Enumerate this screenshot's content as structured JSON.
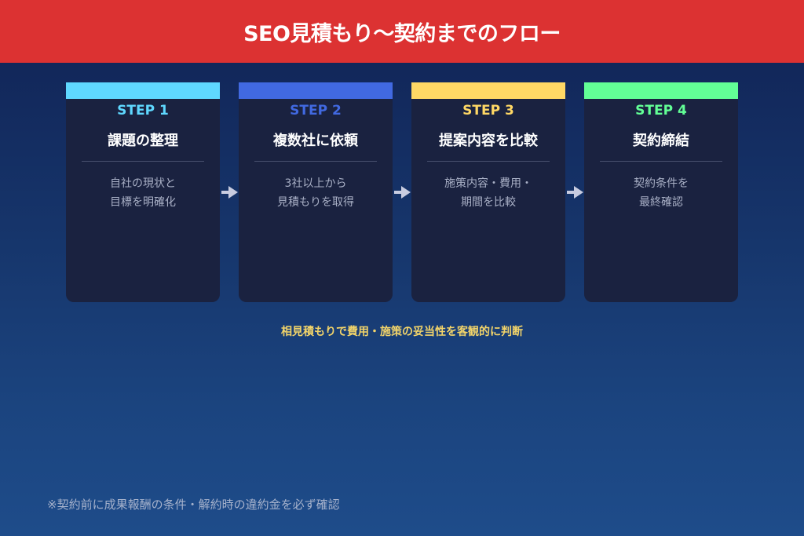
{
  "header": {
    "title": "SEO見積もり〜契約までのフロー",
    "bg_color": "#dc3232"
  },
  "steps": [
    {
      "label": "STEP 1",
      "title": "課題の整理",
      "desc": "自社の現状と\n目標を明確化",
      "color": "#5fd8ff"
    },
    {
      "label": "STEP 2",
      "title": "複数社に依頼",
      "desc": "3社以上から\n見積もりを取得",
      "color": "#4169e1"
    },
    {
      "label": "STEP 3",
      "title": "提案内容を比較",
      "desc": "施策内容・費用・\n期間を比較",
      "color": "#ffd865"
    },
    {
      "label": "STEP 4",
      "title": "契約締結",
      "desc": "契約条件を\n最終確認",
      "color": "#62ff96"
    }
  ],
  "note": "相見積もりで費用・施策の妥当性を客観的に判断",
  "footnote": "※契約前に成果報酬の条件・解約時の違約金を必ず確認"
}
